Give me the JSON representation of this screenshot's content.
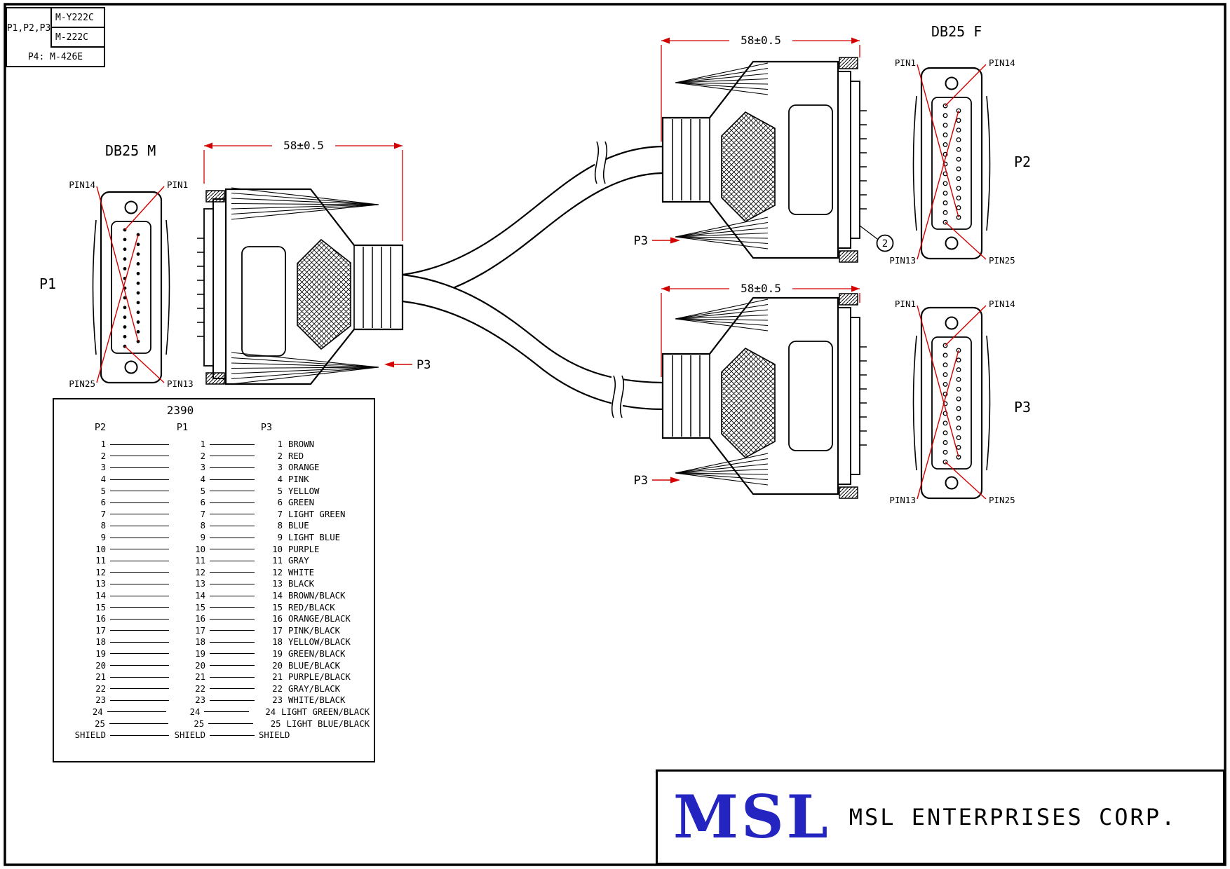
{
  "part_table": {
    "connectors": "P1,P2,P3",
    "part_a": "M-Y222C",
    "part_b": "M-222C",
    "p4": "P4: M-426E"
  },
  "connector_labels": {
    "db25_m": "DB25 M",
    "db25_f": "DB25 F",
    "p1": "P1",
    "p2": "P2",
    "p3": "P3"
  },
  "pin_labels": {
    "pin1": "PIN1",
    "pin13": "PIN13",
    "pin14": "PIN14",
    "pin25": "PIN25"
  },
  "dimensions": {
    "cable_length": "58±0.5"
  },
  "callouts": {
    "p3": "P3",
    "note2": "2"
  },
  "wiring_table": {
    "drawing_number": "2390",
    "columns": [
      "P2",
      "P1",
      "P3"
    ],
    "rows": [
      {
        "p2": "1",
        "p1": "1",
        "p3": "1",
        "color": "BROWN"
      },
      {
        "p2": "2",
        "p1": "2",
        "p3": "2",
        "color": "RED"
      },
      {
        "p2": "3",
        "p1": "3",
        "p3": "3",
        "color": "ORANGE"
      },
      {
        "p2": "4",
        "p1": "4",
        "p3": "4",
        "color": "PINK"
      },
      {
        "p2": "5",
        "p1": "5",
        "p3": "5",
        "color": "YELLOW"
      },
      {
        "p2": "6",
        "p1": "6",
        "p3": "6",
        "color": "GREEN"
      },
      {
        "p2": "7",
        "p1": "7",
        "p3": "7",
        "color": "LIGHT GREEN"
      },
      {
        "p2": "8",
        "p1": "8",
        "p3": "8",
        "color": "BLUE"
      },
      {
        "p2": "9",
        "p1": "9",
        "p3": "9",
        "color": "LIGHT BLUE"
      },
      {
        "p2": "10",
        "p1": "10",
        "p3": "10",
        "color": "PURPLE"
      },
      {
        "p2": "11",
        "p1": "11",
        "p3": "11",
        "color": "GRAY"
      },
      {
        "p2": "12",
        "p1": "12",
        "p3": "12",
        "color": "WHITE"
      },
      {
        "p2": "13",
        "p1": "13",
        "p3": "13",
        "color": "BLACK"
      },
      {
        "p2": "14",
        "p1": "14",
        "p3": "14",
        "color": "BROWN/BLACK"
      },
      {
        "p2": "15",
        "p1": "15",
        "p3": "15",
        "color": "RED/BLACK"
      },
      {
        "p2": "16",
        "p1": "16",
        "p3": "16",
        "color": "ORANGE/BLACK"
      },
      {
        "p2": "17",
        "p1": "17",
        "p3": "17",
        "color": "PINK/BLACK"
      },
      {
        "p2": "18",
        "p1": "18",
        "p3": "18",
        "color": "YELLOW/BLACK"
      },
      {
        "p2": "19",
        "p1": "19",
        "p3": "19",
        "color": "GREEN/BLACK"
      },
      {
        "p2": "20",
        "p1": "20",
        "p3": "20",
        "color": "BLUE/BLACK"
      },
      {
        "p2": "21",
        "p1": "21",
        "p3": "21",
        "color": "PURPLE/BLACK"
      },
      {
        "p2": "22",
        "p1": "22",
        "p3": "22",
        "color": "GRAY/BLACK"
      },
      {
        "p2": "23",
        "p1": "23",
        "p3": "23",
        "color": "WHITE/BLACK"
      },
      {
        "p2": "24",
        "p1": "24",
        "p3": "24",
        "color": "LIGHT GREEN/BLACK"
      },
      {
        "p2": "25",
        "p1": "25",
        "p3": "25",
        "color": "LIGHT BLUE/BLACK"
      },
      {
        "p2": "SHIELD",
        "p1": "SHIELD",
        "p3": "SHIELD",
        "color": ""
      }
    ]
  },
  "title_block": {
    "logo": "MSL",
    "company": "MSL ENTERPRISES CORP."
  },
  "colors": {
    "accent_red": "#d40000",
    "logo_blue": "#2424c0",
    "line_black": "#000000"
  }
}
